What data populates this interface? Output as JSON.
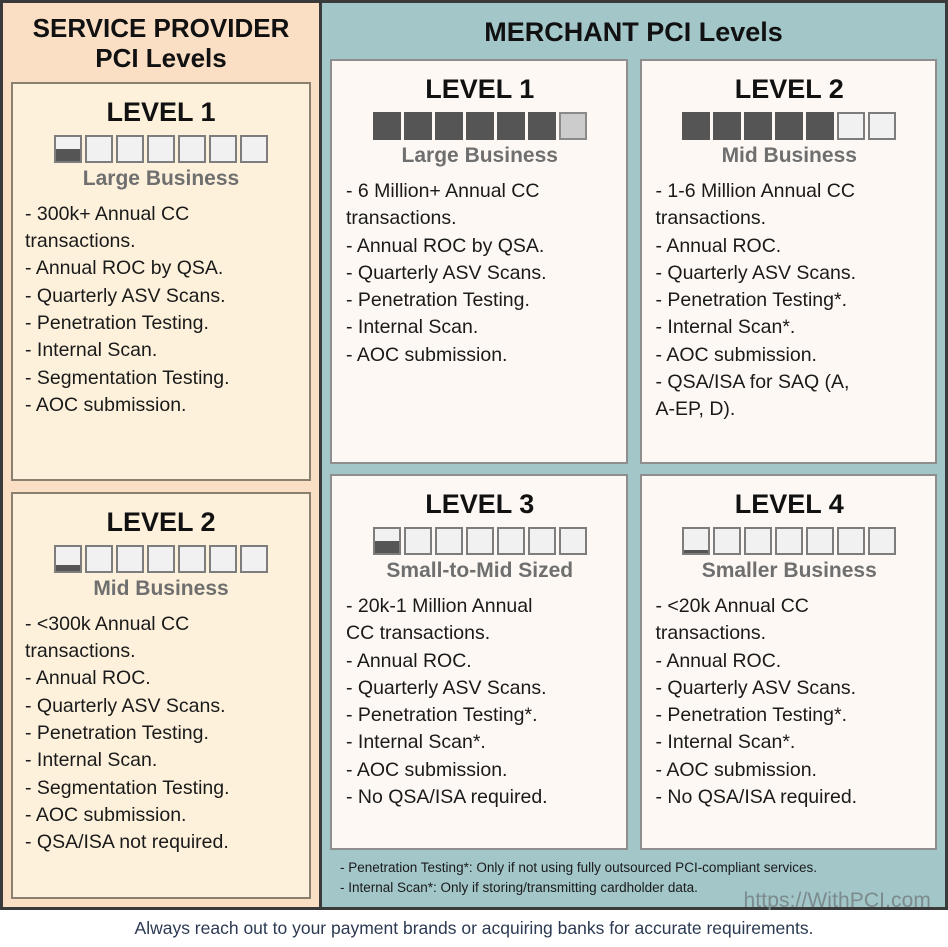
{
  "service_provider": {
    "title_line1": "SERVICE PROVIDER",
    "title_line2": "PCI Levels",
    "cards": [
      {
        "level": "LEVEL 1",
        "segment": "Large Business",
        "meter": {
          "total": 7,
          "states": [
            "half",
            "empty",
            "empty",
            "empty",
            "empty",
            "empty",
            "empty"
          ],
          "fill_pct": 50
        },
        "bullets": [
          "- 300k+ Annual CC",
          "transactions.",
          "- Annual ROC by QSA.",
          "- Quarterly ASV Scans.",
          "- Penetration Testing.",
          "- Internal Scan.",
          "- Segmentation Testing.",
          "- AOC submission."
        ]
      },
      {
        "level": "LEVEL 2",
        "segment": "Mid Business",
        "meter": {
          "total": 7,
          "states": [
            "quarter",
            "empty",
            "empty",
            "empty",
            "empty",
            "empty",
            "empty"
          ],
          "fill_pct": 25
        },
        "bullets": [
          "- <300k Annual CC",
          "transactions.",
          "- Annual ROC.",
          "- Quarterly ASV Scans.",
          "- Penetration Testing.",
          "- Internal Scan.",
          "- Segmentation Testing.",
          "- AOC submission.",
          "- QSA/ISA not required."
        ]
      }
    ]
  },
  "merchant": {
    "title": "MERCHANT PCI Levels",
    "cards": [
      {
        "level": "LEVEL 1",
        "segment": "Large Business",
        "meter": {
          "total": 7,
          "states": [
            "full",
            "full",
            "full",
            "full",
            "full",
            "full",
            "gray"
          ],
          "fill_pct": 100
        },
        "bullets": [
          "- 6 Million+ Annual CC",
          "transactions.",
          "- Annual ROC by QSA.",
          "- Quarterly ASV Scans.",
          "- Penetration Testing.",
          "- Internal Scan.",
          "- AOC submission."
        ]
      },
      {
        "level": "LEVEL 2",
        "segment": "Mid Business",
        "meter": {
          "total": 7,
          "states": [
            "full",
            "full",
            "full",
            "full",
            "full",
            "empty",
            "empty"
          ],
          "fill_pct": 100
        },
        "bullets": [
          "- 1-6 Million Annual CC",
          "transactions.",
          "- Annual ROC.",
          "- Quarterly ASV Scans.",
          "- Penetration Testing*.",
          "- Internal Scan*.",
          "- AOC submission.",
          "- QSA/ISA for SAQ (A,",
          "A-EP, D)."
        ]
      },
      {
        "level": "LEVEL 3",
        "segment": "Small-to-Mid Sized",
        "meter": {
          "total": 7,
          "states": [
            "half",
            "empty",
            "empty",
            "empty",
            "empty",
            "empty",
            "empty"
          ],
          "fill_pct": 50
        },
        "bullets": [
          "- 20k-1 Million Annual",
          "CC transactions.",
          "- Annual ROC.",
          "- Quarterly ASV Scans.",
          "- Penetration Testing*.",
          "- Internal Scan*.",
          "- AOC submission.",
          "- No QSA/ISA required."
        ]
      },
      {
        "level": "LEVEL 4",
        "segment": "Smaller Business",
        "meter": {
          "total": 7,
          "states": [
            "sliver",
            "empty",
            "empty",
            "empty",
            "empty",
            "empty",
            "empty"
          ],
          "fill_pct": 10
        },
        "bullets": [
          "- <20k Annual CC",
          "transactions.",
          "- Annual ROC.",
          "- Quarterly ASV Scans.",
          "- Penetration Testing*.",
          "- Internal Scan*.",
          "- AOC submission.",
          "- No QSA/ISA required."
        ]
      }
    ],
    "footnotes": [
      "- Penetration Testing*: Only if not using fully outsourced PCI-compliant services.",
      "- Internal Scan*: Only if storing/transmitting cardholder data."
    ],
    "watermark": "https://WithPCI.com"
  },
  "caption": "Always reach out to your payment brands or acquiring banks for accurate requirements.",
  "colors": {
    "service_provider_panel": "#fadfc4",
    "service_provider_card": "#fdf1dc",
    "merchant_panel": "#a3c6c9",
    "merchant_card": "#fdf8f3",
    "meter_filled": "#555555",
    "meter_gray": "#cccccc",
    "meter_empty": "#f1f1f1",
    "segment_text": "#6f6f6f",
    "caption_text": "#2b3a52",
    "watermark_text": "#7c8b8c",
    "border": "#3a3a3a"
  }
}
